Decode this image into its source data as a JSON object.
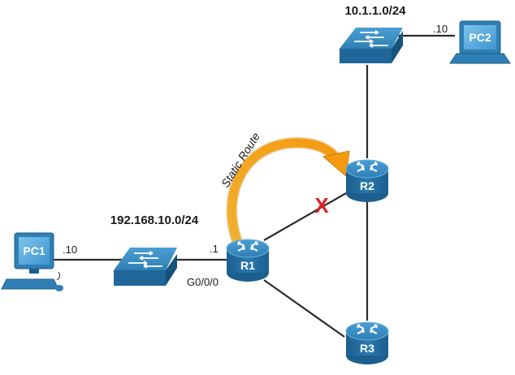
{
  "networks": {
    "lan1": "192.168.10.0/24",
    "lan2": "10.1.1.0/24"
  },
  "devices": {
    "pc1": "PC1",
    "pc2": "PC2",
    "r1": "R1",
    "r2": "R2",
    "r3": "R3"
  },
  "addresses": {
    "pc1_host": ".10",
    "pc2_host": ".10",
    "r1_host": ".1",
    "r1_interface": "G0/0/0"
  },
  "annotations": {
    "static_route": "Static Route",
    "failed_link_mark": "X"
  },
  "colors": {
    "device_blue": "#2f7fb4",
    "link": "#2b2b2b",
    "arrow": "#f5a31a",
    "failure": "#e02020"
  }
}
